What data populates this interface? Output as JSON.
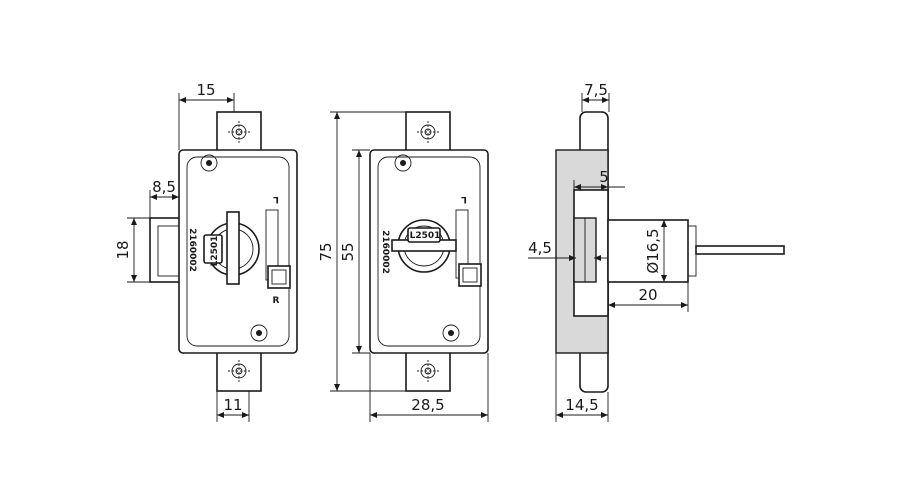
{
  "dimensions": {
    "front_width_top": "15",
    "front_bolt_offset": "8,5",
    "front_bolt_height": "18",
    "front_width_bottom": "11",
    "mid_total_height": "75",
    "mid_body_height": "55",
    "mid_width": "28,5",
    "side_top": "7,5",
    "side_offset": "5",
    "side_slot": "4,5",
    "side_diameter": "Ø16,5",
    "side_cylinder_length": "20",
    "side_depth": "14,5"
  },
  "markings": {
    "left_part_number": "2160002",
    "mid_part_number": "2160002",
    "left_key_code": "L2501",
    "mid_key_code": "L2501",
    "left_letter_l": "L",
    "left_letter_r": "R",
    "mid_letter_l": "L"
  },
  "colors": {
    "line": "#1a1a1a",
    "shade": "#d9d9d9",
    "background": "#ffffff"
  }
}
